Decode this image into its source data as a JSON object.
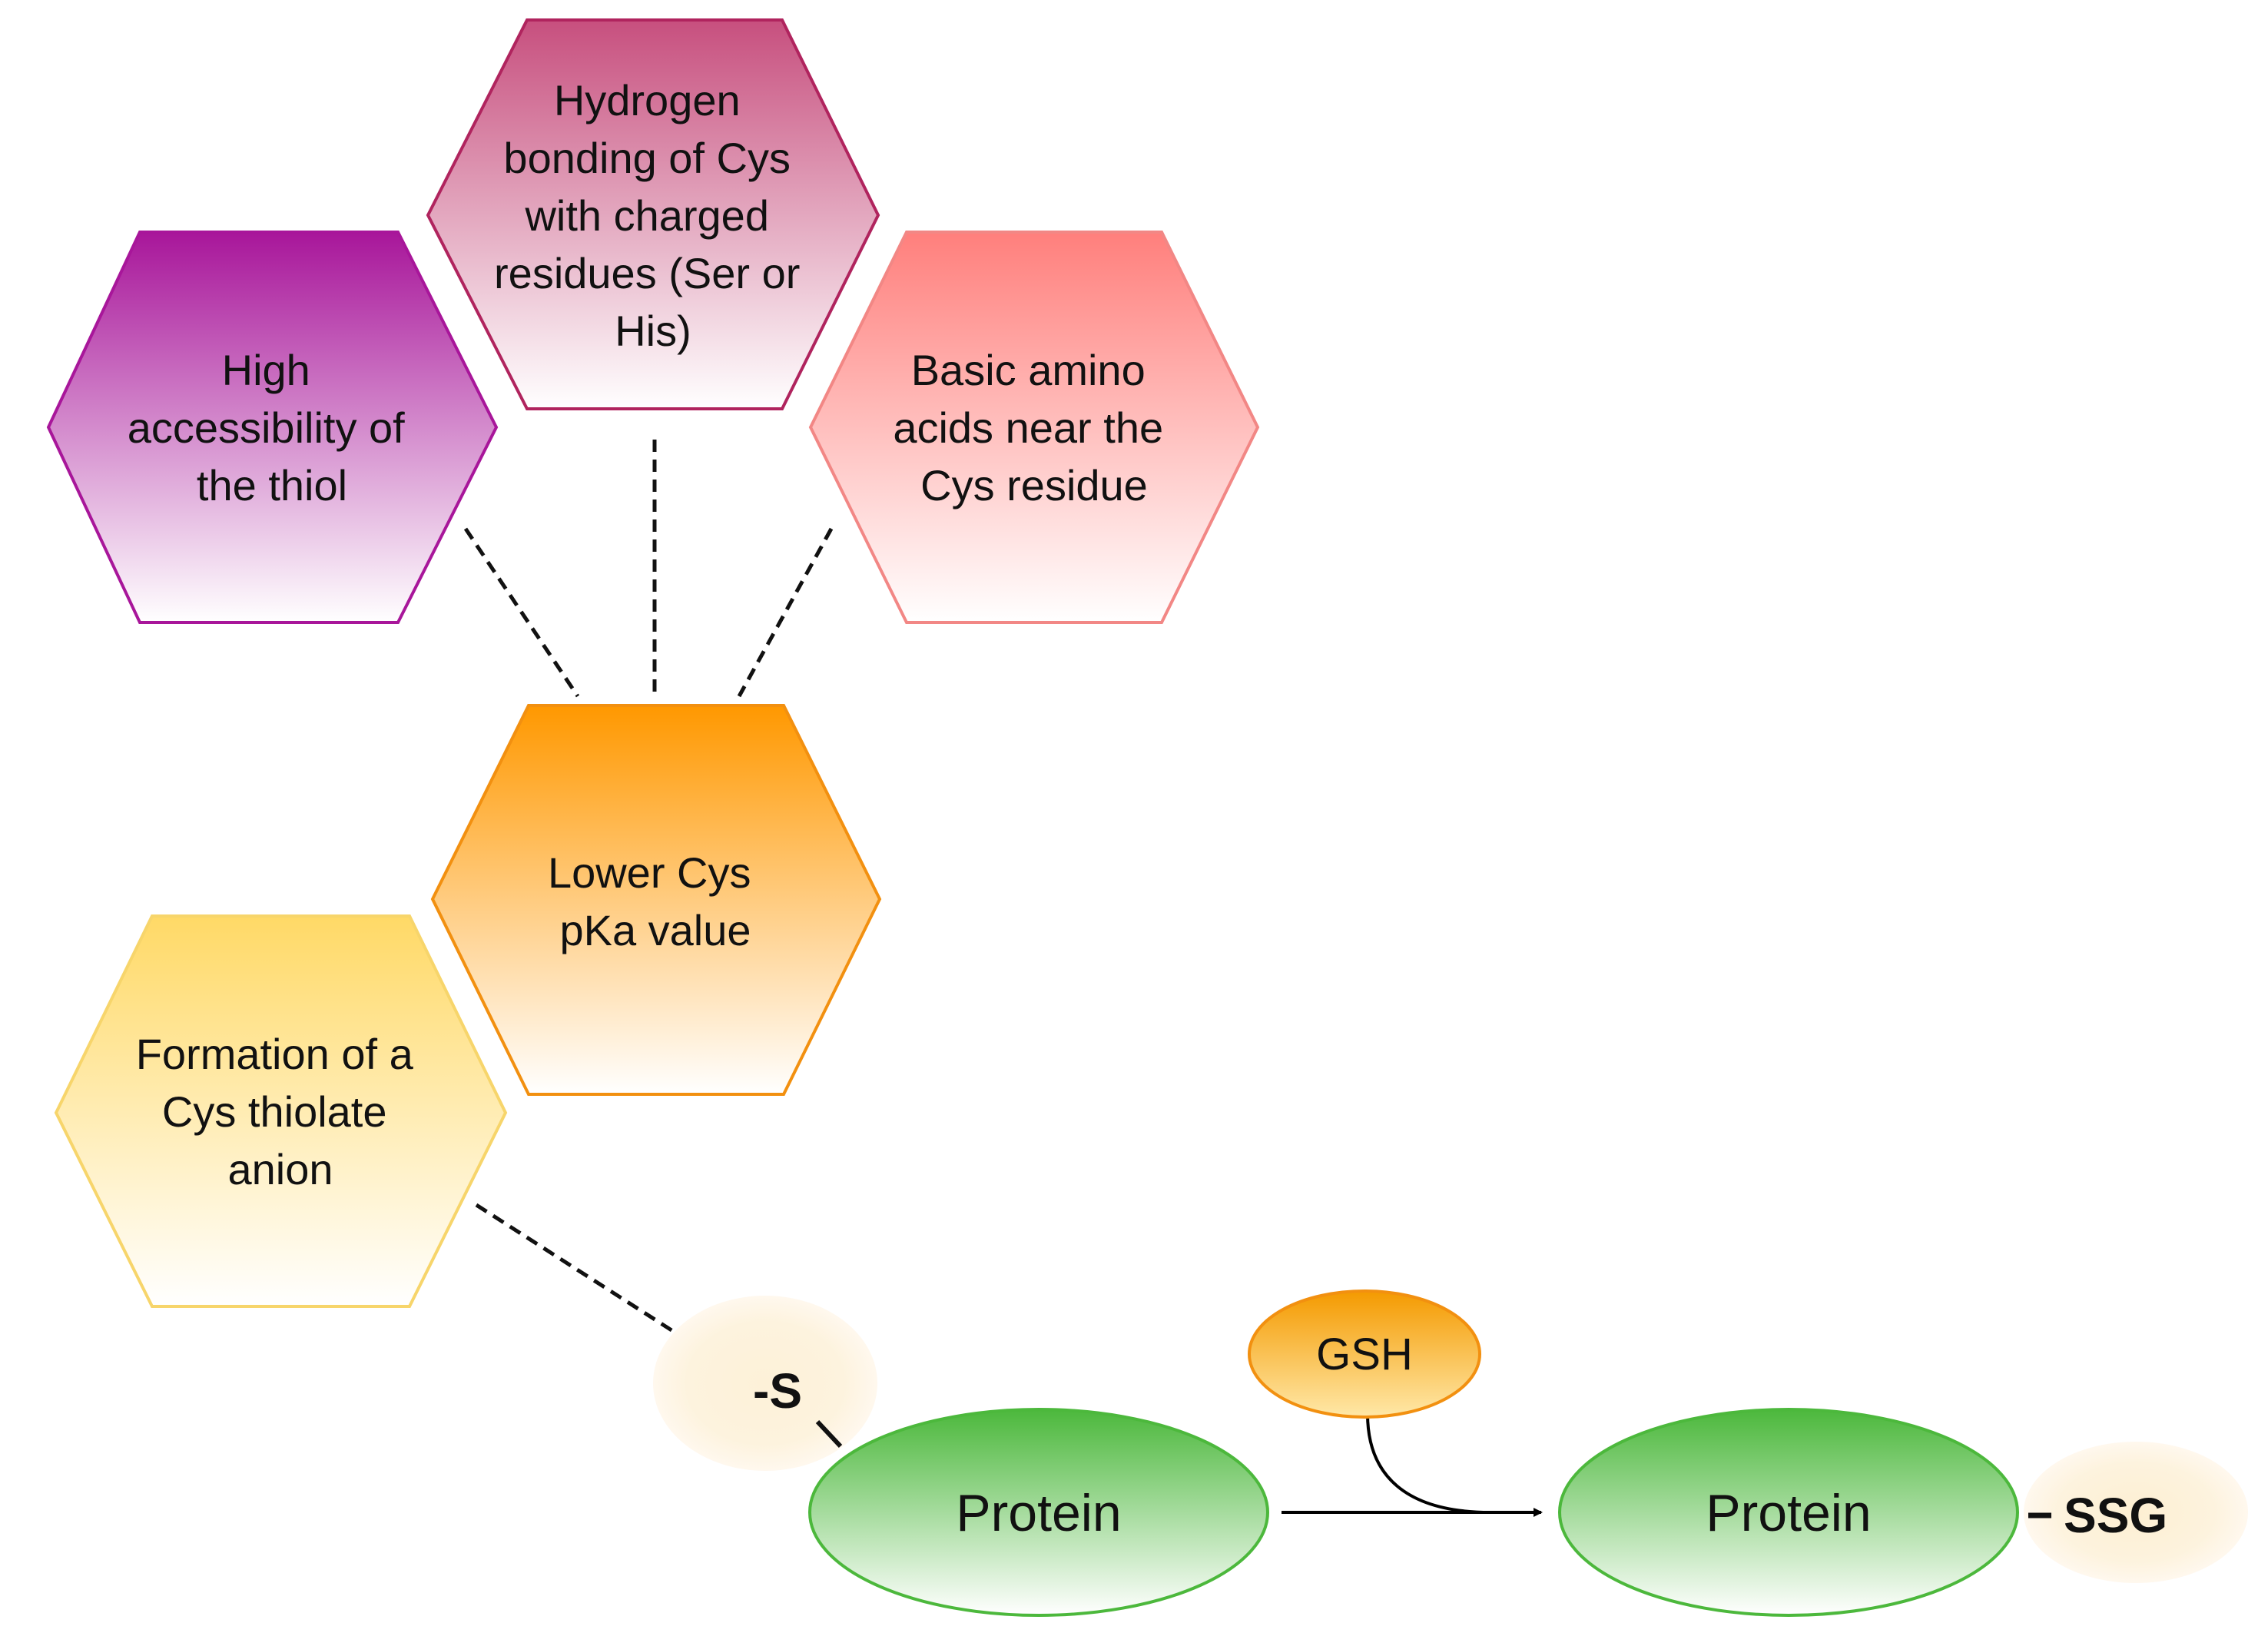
{
  "hexagons": {
    "accessibility": {
      "lines": [
        "High",
        "accessibility of",
        "the thiol"
      ],
      "color_top": "#a8169a",
      "color_bottom": "#ffffff",
      "stroke": "#a8169a"
    },
    "hydrogen_bonding": {
      "lines": [
        "Hydrogen",
        "bonding of Cys",
        "with charged",
        "residues (Ser or",
        "His)"
      ],
      "color_top": "#c74f7e",
      "color_bottom": "#ffffff",
      "stroke": "#b0245e"
    },
    "basic_amino": {
      "lines": [
        "Basic amino",
        "acids near the",
        "Cys residue"
      ],
      "color_top": "#ff7f7c",
      "color_bottom": "#ffffff",
      "stroke": "#f28785"
    },
    "lower_pka": {
      "lines": [
        "Lower Cys",
        "pKa value"
      ],
      "color_top": "#ff9800",
      "color_bottom": "#ffffff",
      "stroke": "#f29010"
    },
    "thiolate": {
      "lines": [
        "Formation of a",
        "Cys thiolate",
        "anion"
      ],
      "color_top": "#ffd966",
      "color_bottom": "#ffffff",
      "stroke": "#f7d56b"
    }
  },
  "reaction": {
    "thiolate_label": "-S",
    "protein_left": "Protein",
    "gsh": "GSH",
    "protein_right": "Protein",
    "product_label": "SSG",
    "protein_color_top": "#4cb83c",
    "protein_color_bottom": "#ffffff",
    "gsh_color_top": "#f49a00",
    "gsh_color_bottom": "#ffe8a8"
  }
}
